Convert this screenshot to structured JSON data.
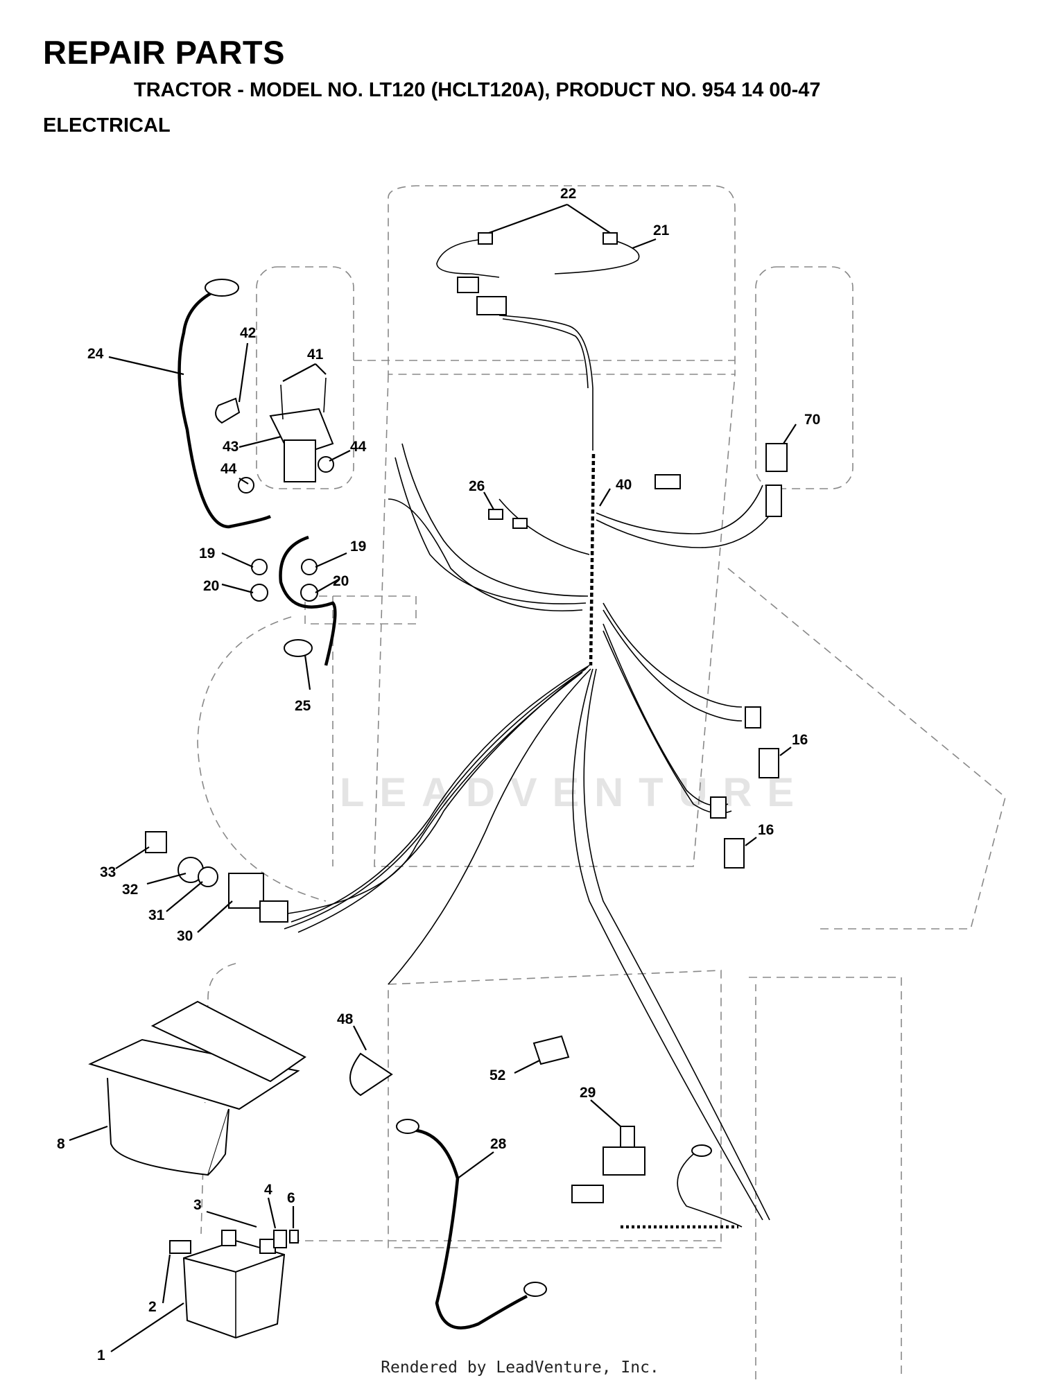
{
  "header": {
    "title": "REPAIR PARTS",
    "subtitle": "TRACTOR - MODEL NO. LT120 (HCLT120A), PRODUCT NO. 954 14 00-47",
    "section": "ELECTRICAL"
  },
  "watermark": "LEADVENTURE",
  "footer": "Rendered by LeadVenture, Inc.",
  "callouts": [
    "22",
    "21",
    "42",
    "41",
    "24",
    "43",
    "44",
    "44",
    "70",
    "26",
    "40",
    "19",
    "19",
    "20",
    "20",
    "25",
    "16",
    "16",
    "33",
    "32",
    "31",
    "30",
    "48",
    "52",
    "29",
    "8",
    "28",
    "4",
    "3",
    "6",
    "2",
    "1"
  ]
}
